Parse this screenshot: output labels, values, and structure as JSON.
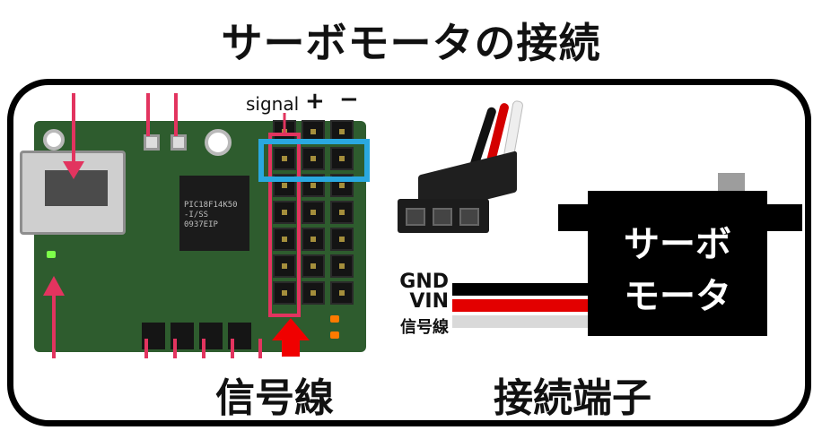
{
  "title": "サーボモータの接続",
  "header_labels": {
    "signal": "signal",
    "plus": "+",
    "minus": "−"
  },
  "chip_marking": [
    "PIC18F14K50",
    "-I/SS",
    "0937EIP"
  ],
  "signal_line_label": "信号線",
  "terminal_label": "接続端子",
  "servo_label": [
    "サーボ",
    "モータ"
  ],
  "wires": [
    {
      "label": "GND",
      "color": "#000000"
    },
    {
      "label": "VIN",
      "color": "#e30000"
    },
    {
      "label": "信号線",
      "color": "#d9d9d9"
    }
  ],
  "colors": {
    "arrow": "#e2345f",
    "highlight_box": "#2aa8e0",
    "signal_bracket": "#e2345f",
    "pcb": "#2e5c2e"
  }
}
